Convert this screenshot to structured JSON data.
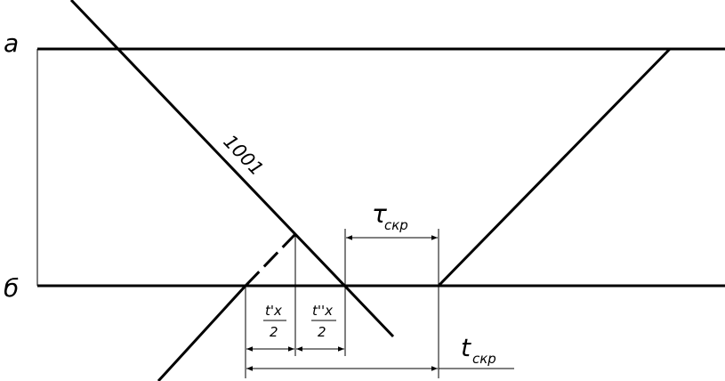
{
  "diagram": {
    "station_a_label": "а",
    "station_b_label": "б",
    "train_number": "1001",
    "tau": {
      "main": "τ",
      "sub": "скр"
    },
    "t_total": {
      "main": "t",
      "sub": "скр"
    },
    "t_prime_fraction": {
      "numerator": "t'x",
      "denominator": "2"
    },
    "t_double_prime_fraction": {
      "numerator": "t''x",
      "denominator": "2"
    }
  }
}
